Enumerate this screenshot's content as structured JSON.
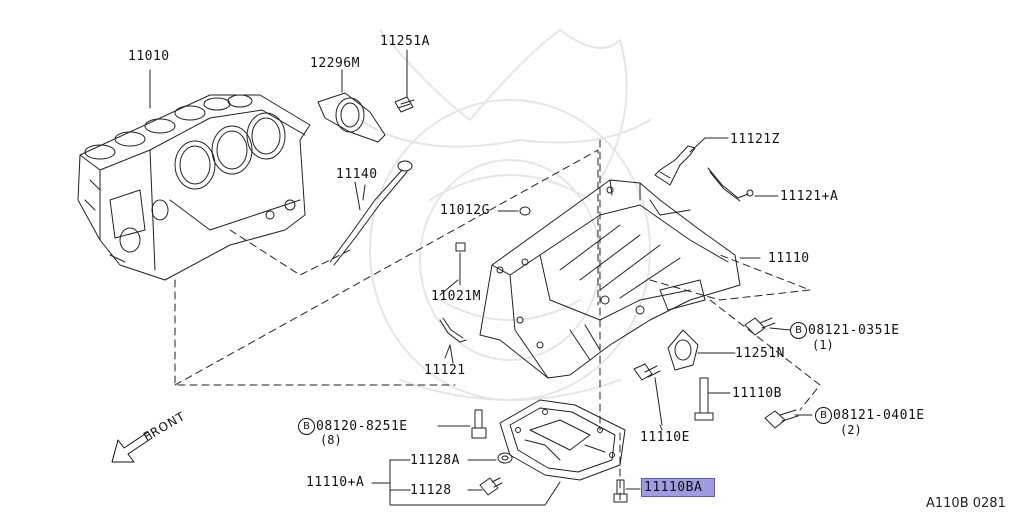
{
  "labels": {
    "block": "11010",
    "seal": "12296M",
    "bolt_top": "11251A",
    "dipstick": "11140",
    "plug": "11012G",
    "tube": "11121Z",
    "bracket": "11121+A",
    "oil_pan": "11110",
    "orifice": "11021M",
    "gasket": "11251N",
    "tube2": "11121",
    "bolt_b": "11110B",
    "bolt_e": "11110E",
    "pan_assy": "11110+A",
    "washer": "11128A",
    "drain_plug": "11128",
    "bolt_ba": "11110BA"
  },
  "bolts": {
    "b_0351": {
      "badge": "B",
      "part": "08121-0351E",
      "qty": "(1)"
    },
    "b_0401": {
      "badge": "B",
      "part": "08121-0401E",
      "qty": "(2)"
    },
    "b_8251": {
      "badge": "B",
      "part": "08120-8251E",
      "qty": "(8)"
    }
  },
  "front_label": "FRONT",
  "diagram_code": "A110B 0281"
}
